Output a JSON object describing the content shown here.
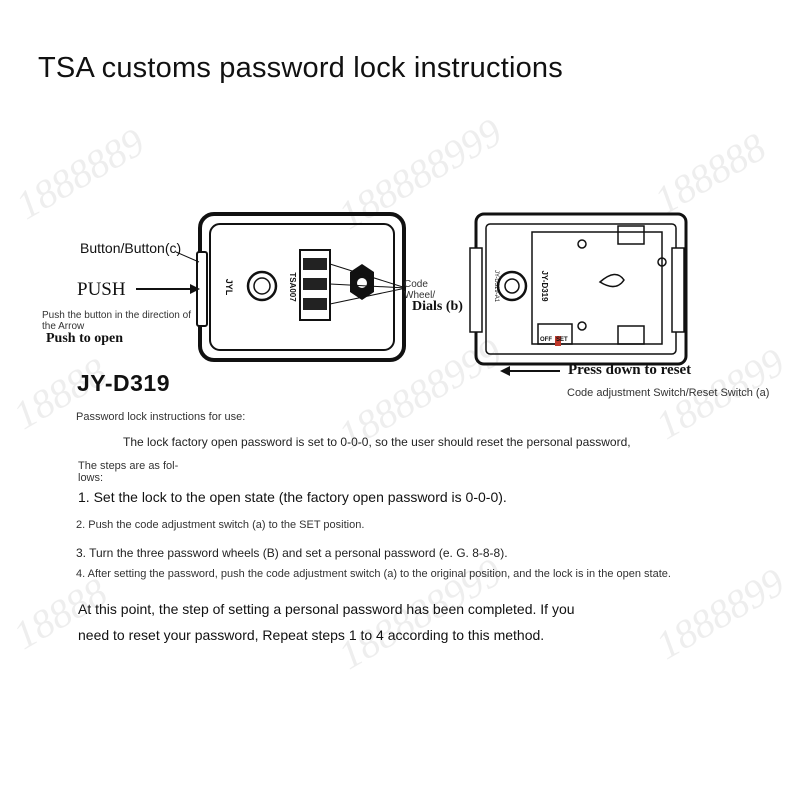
{
  "title": "TSA customs password lock instructions",
  "diagram": {
    "label_button": "Button/Button(c)",
    "label_push": "PUSH",
    "label_push_desc": "Push the button in the direction of the Arrow",
    "label_push_to_open": "Push to open",
    "label_code_wheel": "Code Wheel/",
    "label_dials": "Dials (b)",
    "front_brand": "JYL",
    "front_model": "TSA007",
    "back_part": "JY-D319-A1",
    "back_model": "JY-D319",
    "back_off": "OFF",
    "back_set": "SET",
    "label_press_reset": "Press down to reset",
    "label_code_switch": "Code adjustment Switch/Reset Switch (a)",
    "model": "JY-D319"
  },
  "instructions": {
    "heading": "Password lock instructions for use:",
    "intro": "The lock factory open password is set to 0-0-0, so the user should reset the personal password,",
    "steps_heading": "The steps are as fol-lows:",
    "step1": "1. Set the lock to the open state (the factory open password is 0-0-0).",
    "step2": "2. Push the code adjustment switch (a) to the SET position.",
    "step3": "3. Turn the three password wheels (B) and set a personal password (e. G. 8-8-8).",
    "step4": "4. After setting the password, push the code adjustment switch (a) to the original position, and the lock is in the open state.",
    "closing_line1": "At this point, the step of setting a personal password has been completed. If you",
    "closing_line2": "need to reset your password, Repeat steps 1 to 4 according to this method."
  }
}
